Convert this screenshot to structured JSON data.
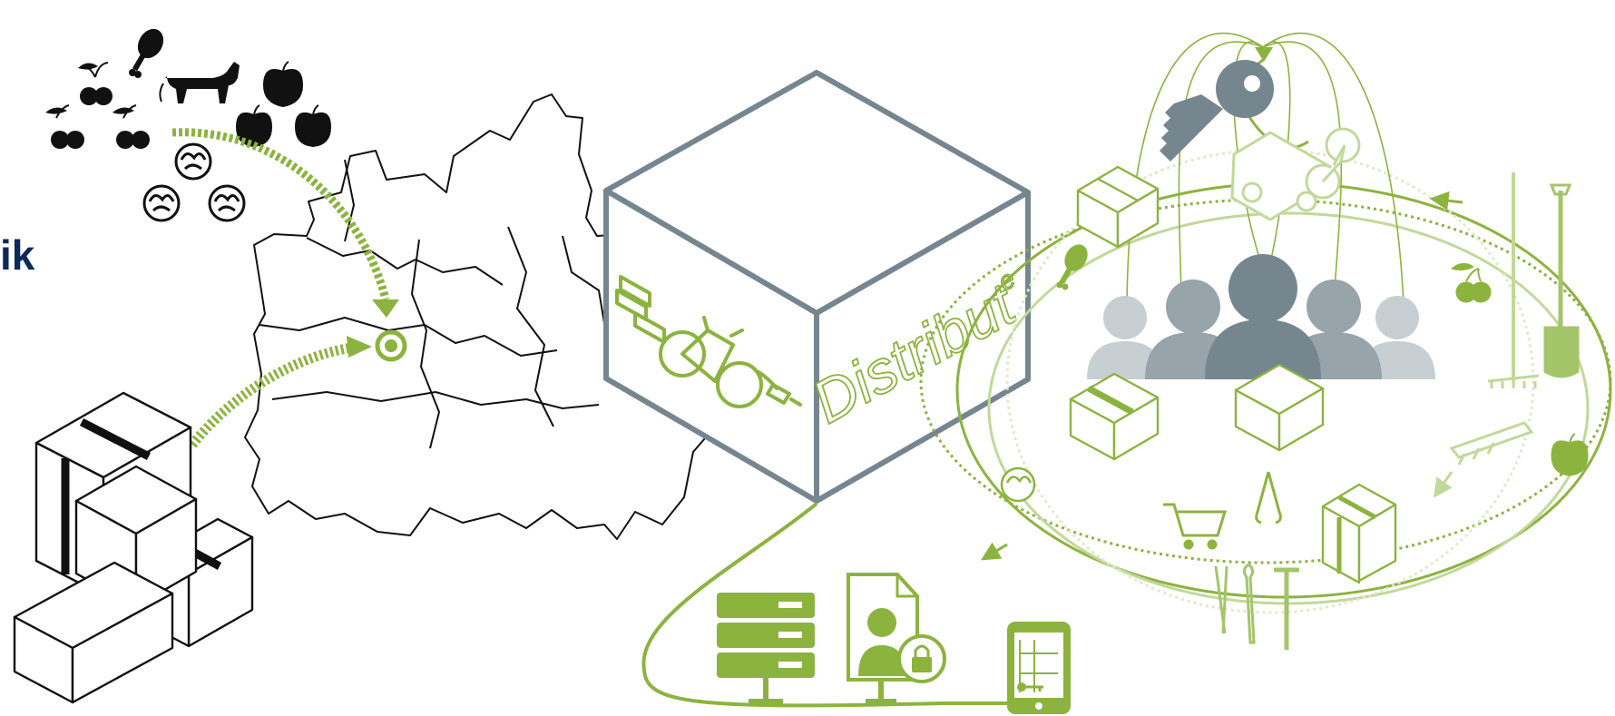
{
  "headline_fragment": "ik",
  "cube": {
    "brand": "Distribut",
    "brand_superscript": "e"
  },
  "colors": {
    "navy": "#0b2a5b",
    "green": "#8cb33e",
    "light_green": "#c2d89a",
    "pale_green": "#dfe9c9",
    "slate": "#75868f",
    "mid_grey": "#97a4aa",
    "light_grey": "#c7cfd3",
    "black": "#111111"
  },
  "icons": {
    "produce": [
      "cherries-icon",
      "drumstick-icon",
      "cow-icon",
      "apple-icon",
      "cabbage-icon"
    ],
    "network": [
      "server-icon",
      "document-user-lock-icon",
      "tablet-map-icon"
    ],
    "community": [
      "key-icon",
      "car-bike-icon",
      "people-group-icon",
      "box-icon",
      "shopping-cart-icon",
      "pliers-icon",
      "tools-icon",
      "rake-icon",
      "shovel-icon",
      "saw-icon"
    ]
  }
}
